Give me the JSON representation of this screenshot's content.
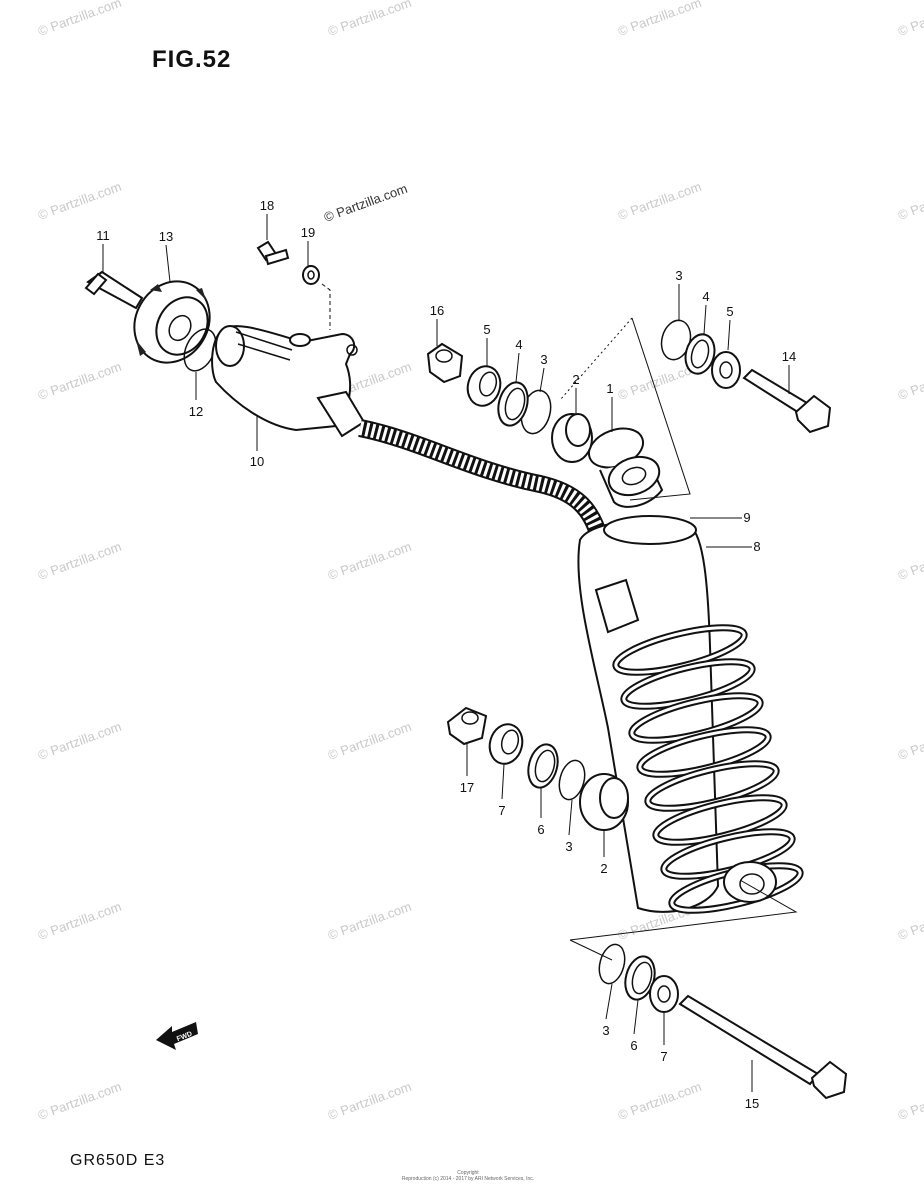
{
  "figure": {
    "title": "FIG.52",
    "model_code": "GR650D  E3",
    "copyright_line1": "Copyright",
    "copyright_line2": "Reproduction (c) 2014 - 2017 by ARI Network Services, Inc."
  },
  "watermark": {
    "text": "© Partzilla.com"
  },
  "callouts": [
    {
      "id": "1",
      "label": "1"
    },
    {
      "id": "2a",
      "label": "2"
    },
    {
      "id": "2b",
      "label": "2"
    },
    {
      "id": "3a",
      "label": "3"
    },
    {
      "id": "3b",
      "label": "3"
    },
    {
      "id": "3c",
      "label": "3"
    },
    {
      "id": "3d",
      "label": "3"
    },
    {
      "id": "4a",
      "label": "4"
    },
    {
      "id": "4b",
      "label": "4"
    },
    {
      "id": "5a",
      "label": "5"
    },
    {
      "id": "5b",
      "label": "5"
    },
    {
      "id": "6a",
      "label": "6"
    },
    {
      "id": "6b",
      "label": "6"
    },
    {
      "id": "7a",
      "label": "7"
    },
    {
      "id": "7b",
      "label": "7"
    },
    {
      "id": "8",
      "label": "8"
    },
    {
      "id": "9",
      "label": "9"
    },
    {
      "id": "10",
      "label": "10"
    },
    {
      "id": "11",
      "label": "11"
    },
    {
      "id": "12",
      "label": "12"
    },
    {
      "id": "13",
      "label": "13"
    },
    {
      "id": "14",
      "label": "14"
    },
    {
      "id": "15",
      "label": "15"
    },
    {
      "id": "16",
      "label": "16"
    },
    {
      "id": "17",
      "label": "17"
    },
    {
      "id": "18",
      "label": "18"
    },
    {
      "id": "19",
      "label": "19"
    }
  ],
  "direction_arrow": {
    "label": "FWD"
  }
}
